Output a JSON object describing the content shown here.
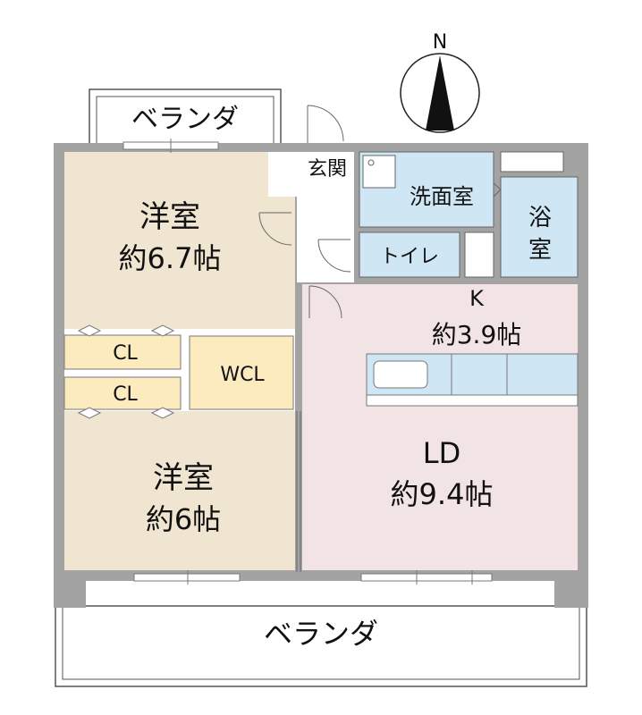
{
  "compass": {
    "label": "N"
  },
  "rooms": {
    "balcony_top": {
      "label": "ベランダ"
    },
    "balcony_bottom": {
      "label": "ベランダ"
    },
    "entrance": {
      "label": "玄関"
    },
    "washroom": {
      "label": "洗面室"
    },
    "bath": {
      "line1": "浴",
      "line2": "室"
    },
    "toilet": {
      "label": "トイレ"
    },
    "bedroom_1": {
      "name": "洋室",
      "size": "約6.7帖"
    },
    "bedroom_2": {
      "name": "洋室",
      "size": "約6帖"
    },
    "closet_1": {
      "label": "CL"
    },
    "closet_2": {
      "label": "CL"
    },
    "walk_in_closet": {
      "label": "WCL"
    },
    "kitchen": {
      "name": "K",
      "size": "約3.9帖"
    },
    "living_dining": {
      "name": "LD",
      "size": "約9.4帖"
    }
  },
  "colors": {
    "wall": "#a3a3a3",
    "western_room": "#efe5d0",
    "closet": "#fdebc0",
    "living": "#f2e3e5",
    "wet_area": "#cfe6f5",
    "outline": "#555555"
  }
}
